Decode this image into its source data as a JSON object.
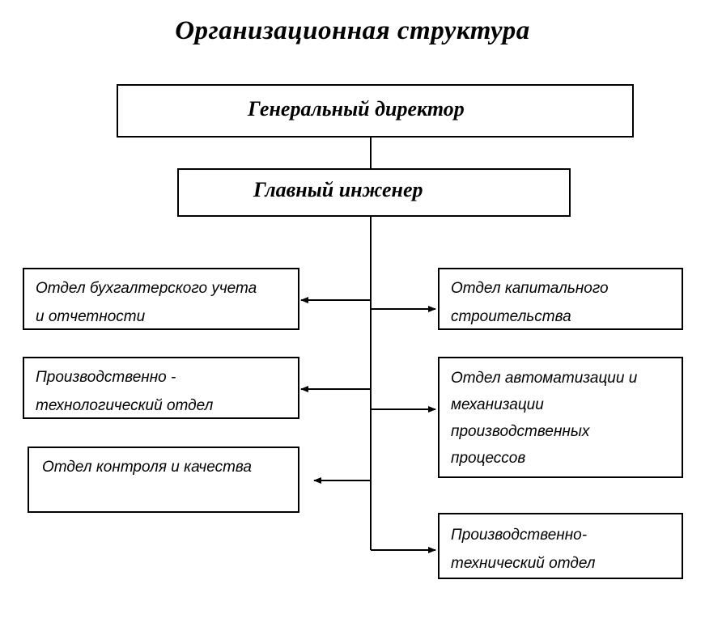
{
  "title": "Организационная  структура",
  "general_director": "Генеральный  директор",
  "chief_engineer": "Главный инженер",
  "left_departments": [
    "Отдел бухгалтерского учета\nи отчетности",
    "Производственно -\nтехнологический отдел",
    "Отдел контроля и качества"
  ],
  "right_departments": [
    "Отдел капитального\nстроительства",
    "Отдел автоматизации и\nмеханизации\nпроизводственных\nпроцессов",
    "Производственно-\nтехнический отдел"
  ]
}
